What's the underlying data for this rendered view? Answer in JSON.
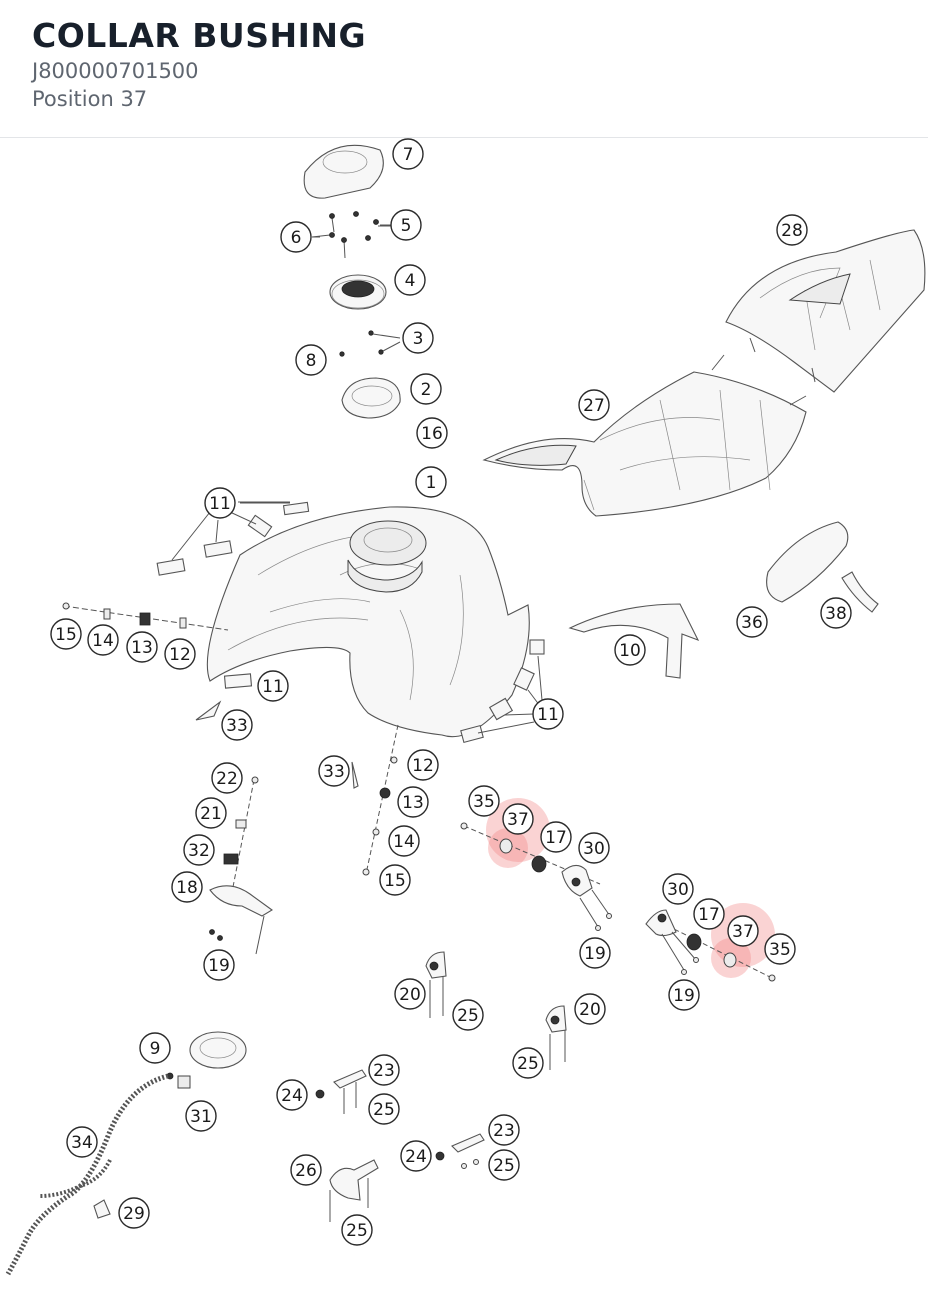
{
  "header": {
    "title": "COLLAR BUSHING",
    "part_number": "J800000701500",
    "position": "Position 37"
  },
  "diagram": {
    "highlight_color": "#f08080",
    "labels": {
      "n7": "7",
      "n6": "6",
      "n5": "5",
      "n4": "4",
      "n3": "3",
      "n8": "8",
      "n2": "2",
      "n16": "16",
      "n1": "1",
      "n28": "28",
      "n27": "27",
      "n11a": "11",
      "n11b": "11",
      "n11c": "11",
      "n15a": "15",
      "n14a": "14",
      "n13a": "13",
      "n12a": "12",
      "n10": "10",
      "n36": "36",
      "n38": "38",
      "n33a": "33",
      "n33b": "33",
      "n22": "22",
      "n21": "21",
      "n32": "32",
      "n18": "18",
      "n19a": "19",
      "n12b": "12",
      "n13b": "13",
      "n14b": "14",
      "n15b": "15",
      "n35a": "35",
      "n37a": "37",
      "n17a": "17",
      "n30a": "30",
      "n19b": "19",
      "n30b": "30",
      "n17b": "17",
      "n37b": "37",
      "n35b": "35",
      "n19c": "19",
      "n20a": "20",
      "n25a": "25",
      "n20b": "20",
      "n25b": "25",
      "n9": "9",
      "n31": "31",
      "n34": "34",
      "n29": "29",
      "n23a": "23",
      "n24a": "24",
      "n25c": "25",
      "n23b": "23",
      "n24b": "24",
      "n25d": "25",
      "n26": "26",
      "n25e": "25"
    }
  }
}
